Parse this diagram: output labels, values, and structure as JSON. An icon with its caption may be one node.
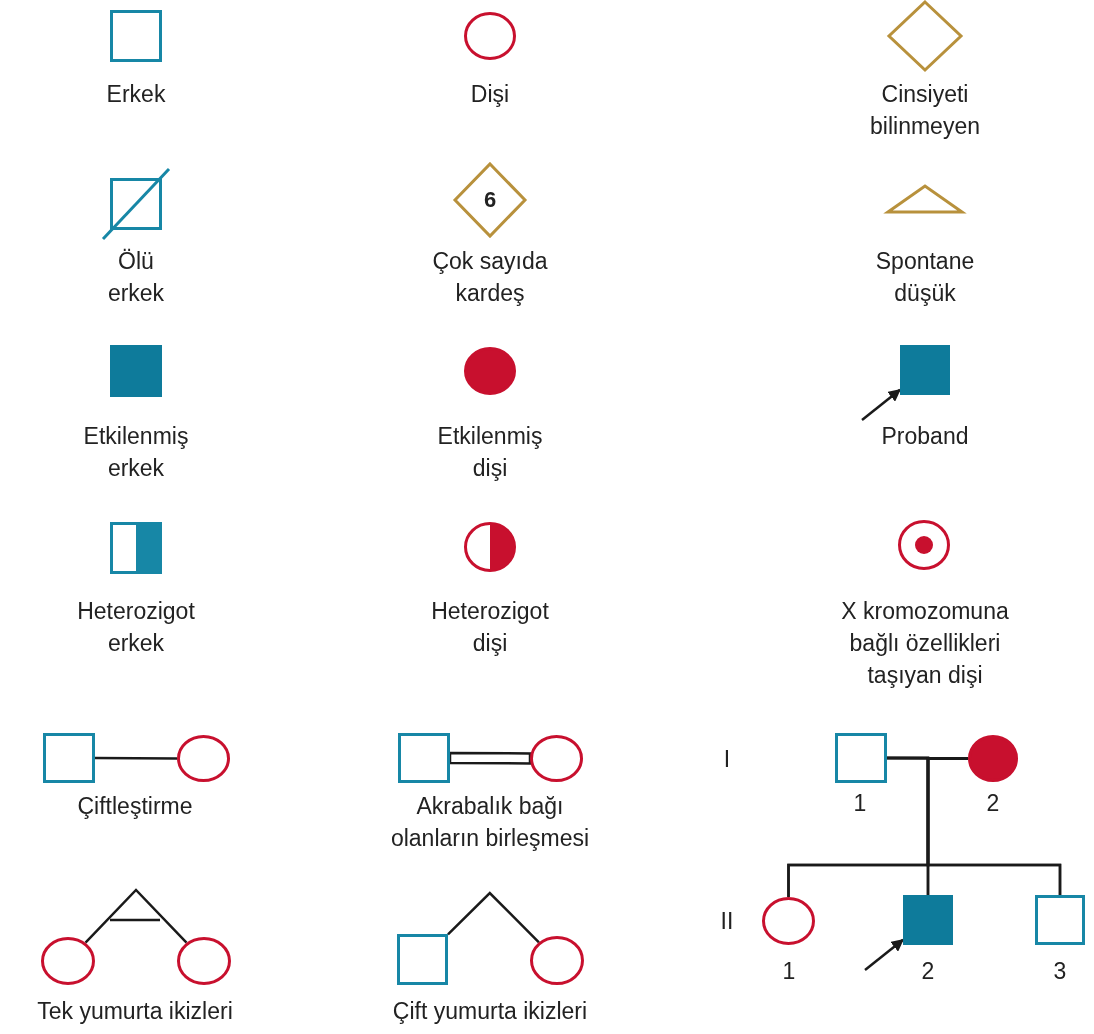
{
  "diagram": {
    "nodes": [
      {
        "text": [],
        "shape": "box",
        "beside": [
          "Erkek"
        ]
      },
      {
        "text": [],
        "shape": "circle",
        "beside": [
          "Dişi"
        ]
      },
      {
        "text": [],
        "shape": "diamond",
        "beside": [
          "Cinsiyeti bilinmeyen"
        ]
      },
      {
        "text": [],
        "shape": "box",
        "beside": [
          "Ölü erkek"
        ]
      },
      {
        "text": [
          "6"
        ],
        "beside": [
          "Çok sayıda kardeş"
        ]
      },
      {
        "text": [],
        "shape": "triangle",
        "beside": [
          "Spontane düşük"
        ]
      },
      {
        "text": [],
        "shape": "box",
        "beside": [
          "Etkilenmiş erkek"
        ]
      },
      {
        "text": [],
        "shape": "circle",
        "beside": [
          "Etkilenmiş dişi"
        ]
      },
      {
        "text": [],
        "shape": "box",
        "beside": [
          "Proband"
        ]
      },
      {
        "text": [],
        "shape": "box",
        "beside": [
          "Heterozigot erkek"
        ]
      },
      {
        "text": [],
        "shape": "circle",
        "beside": [
          "Heterozigot dişi"
        ]
      },
      {
        "text": [],
        "shape": "circle",
        "beside": [
          "X kromozomuna bağlı özellikleri taşıyan dişi"
        ]
      },
      {
        "text": [],
        "shape": "box"
      },
      {
        "text": [],
        "shape": "circle"
      },
      {
        "text": [],
        "shape": "box"
      },
      {
        "text": [],
        "shape": "circle"
      },
      {
        "text": [],
        "shape": "box",
        "beside": [
          "1"
        ]
      },
      {
        "text": [],
        "shape": "circle",
        "beside": [
          "2"
        ]
      },
      {
        "text": [],
        "shape": "circle",
        "beside": [
          "1"
        ]
      },
      {
        "text": [],
        "shape": "box",
        "beside": [
          "2"
        ]
      },
      {
        "text": [],
        "shape": "box",
        "beside": [
          "3"
        ]
      },
      {
        "text": [],
        "shape": "circle"
      },
      {
        "text": [],
        "shape": "circle"
      },
      {
        "text": [],
        "shape": "box"
      },
      {
        "text": [],
        "shape": "circle"
      }
    ],
    "edges": [
      {
        "from": 12,
        "to": 13,
        "arrow": "none"
      },
      {
        "from": 14,
        "to": 15,
        "arrow": "none"
      },
      {
        "from": 16,
        "to": 17,
        "arrow": "none"
      },
      {
        "from": 16,
        "to": 18,
        "arrow": "none"
      },
      {
        "from": 16,
        "to": 19,
        "arrow": "none"
      },
      {
        "from": 16,
        "to": 20,
        "arrow": "none"
      },
      {
        "from": 17,
        "to": 18,
        "arrow": "none"
      },
      {
        "from": 17,
        "to": 19,
        "arrow": "none"
      },
      {
        "from": 17,
        "to": 20,
        "arrow": "none"
      },
      {
        "from": null,
        "to": 8,
        "arrow": "to"
      },
      {
        "from": null,
        "to": 19,
        "arrow": "to"
      },
      {
        "from": 21,
        "to": 22,
        "arrow": "none"
      },
      {
        "from": 23,
        "to": 24,
        "arrow": "none"
      }
    ],
    "labels": [
      "I",
      "Çiftleştirme",
      "Akrabalık bağı olanların birleşmesi",
      "II",
      "Tek yumurta ikizleri",
      "Çift yumurta ikizleri"
    ]
  }
}
